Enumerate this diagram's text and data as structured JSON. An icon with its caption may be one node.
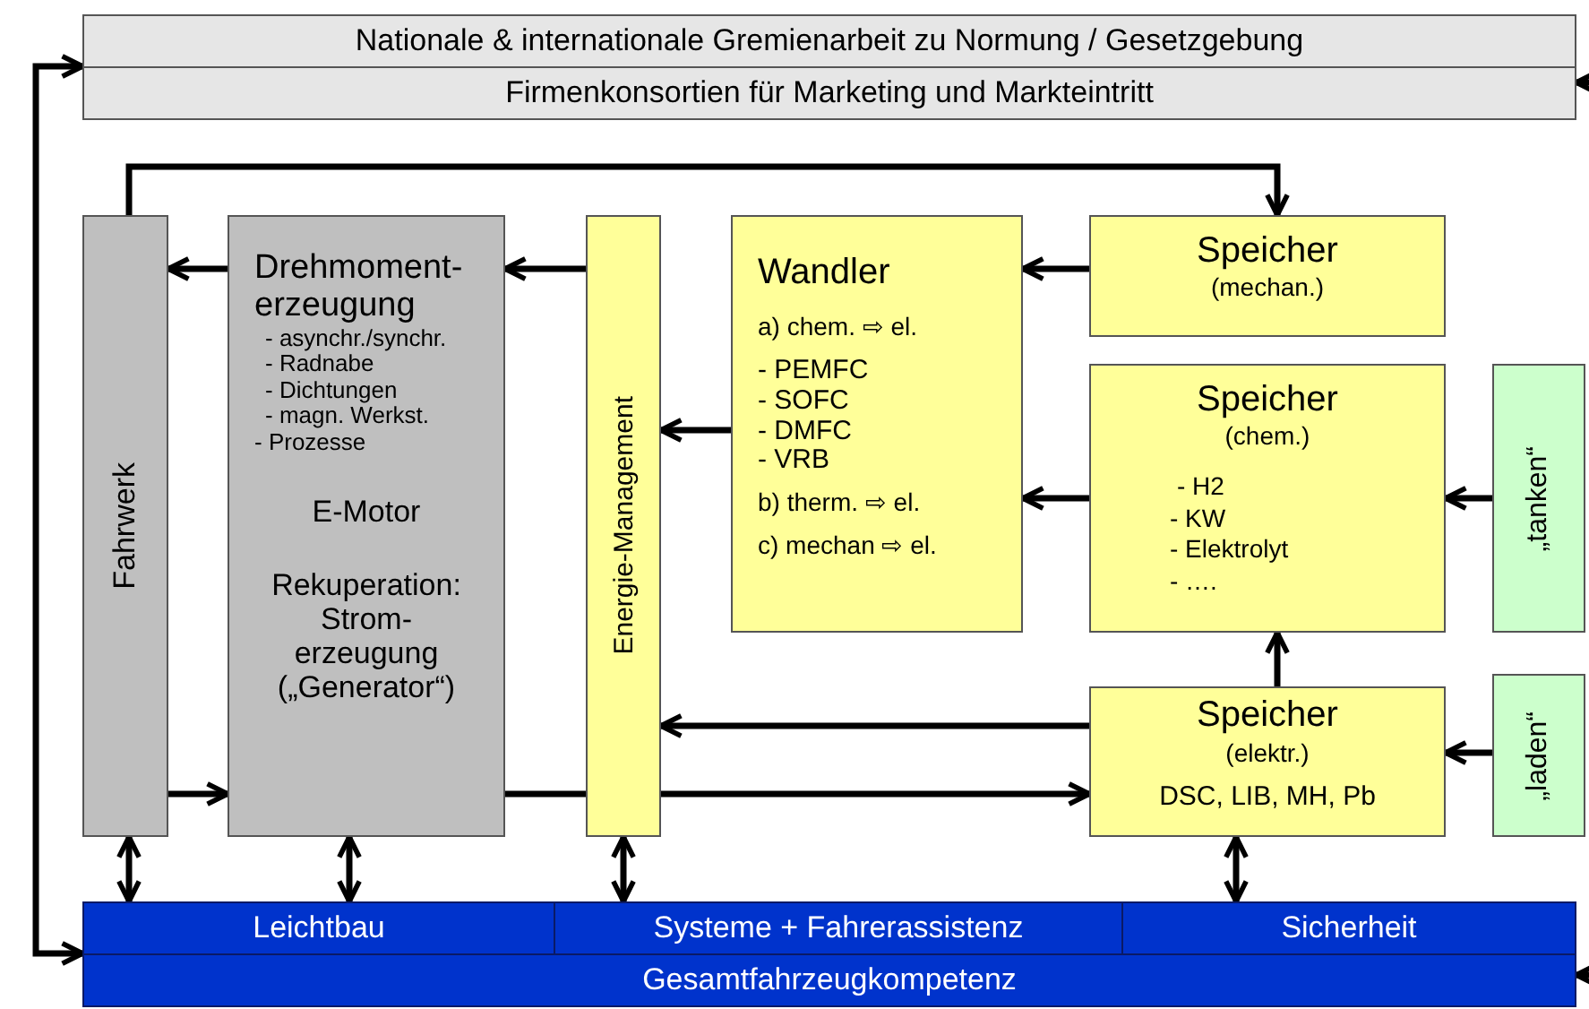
{
  "diagram": {
    "nodes": [
      {
        "text": [
          "Nationale & internationale Gremienarbeit zu Normung / Gesetzgebung"
        ]
      },
      {
        "text": [
          "Firmenkonsortien für Marketing und Markteintritt"
        ]
      },
      {
        "text": [
          "Fahrwerk"
        ]
      },
      {
        "text": [
          "Drehmoment-erzeugung",
          "- asynchr./synchr.",
          "- Radnabe",
          "- Dichtungen",
          "- magn. Werkst.",
          "- Prozesse",
          "E-Motor",
          "Rekuperation: Strom-erzeugung („Generator“)"
        ]
      },
      {
        "text": [
          "Energie-Management"
        ]
      },
      {
        "text": [
          "Wandler",
          "a) chem. ⇨ el.",
          "- PEMFC",
          "- SOFC",
          "- DMFC",
          "- VRB",
          "b) therm. ⇨ el.",
          "c) mechan ⇨ el."
        ]
      },
      {
        "text": [
          "Speicher",
          "(mechan.)"
        ]
      },
      {
        "text": [
          "Speicher",
          "(chem.)",
          "- H2",
          "- KW",
          "- Elektrolyt",
          "- …."
        ]
      },
      {
        "text": [
          "„tanken“"
        ]
      },
      {
        "text": [
          "Speicher",
          "(elektr.)",
          "DSC, LIB, MH, Pb"
        ]
      },
      {
        "text": [
          "„laden“"
        ]
      },
      {
        "text": [
          "Leichtbau"
        ]
      },
      {
        "text": [
          "Systeme + Fahrerassistenz"
        ]
      },
      {
        "text": [
          "Sicherheit"
        ]
      },
      {
        "text": [
          "Gesamtfahrzeugkompetenz"
        ]
      }
    ],
    "edges": [
      {
        "from": 2,
        "to": 6,
        "arrow": "to"
      },
      {
        "from": 3,
        "to": 2,
        "arrow": "to"
      },
      {
        "from": 4,
        "to": 3,
        "arrow": "to"
      },
      {
        "from": 6,
        "to": 5,
        "arrow": "to"
      },
      {
        "from": 5,
        "to": 4,
        "arrow": "to"
      },
      {
        "from": 7,
        "to": 5,
        "arrow": "to"
      },
      {
        "from": 8,
        "to": 7,
        "arrow": "to"
      },
      {
        "from": 2,
        "to": 3,
        "arrow": "to"
      },
      {
        "from": 9,
        "to": 4,
        "arrow": "to"
      },
      {
        "from": 3,
        "to": 4,
        "arrow": "none"
      },
      {
        "from": 9,
        "to": 7,
        "arrow": "to"
      },
      {
        "from": 10,
        "to": 9,
        "arrow": "to"
      },
      {
        "from": 2,
        "to": 11,
        "arrow": "both"
      },
      {
        "from": 3,
        "to": 11,
        "arrow": "both"
      },
      {
        "from": 4,
        "to": 12,
        "arrow": "both"
      },
      {
        "from": 9,
        "to": 13,
        "arrow": "both"
      },
      {
        "from": 1,
        "to": 14,
        "arrow": "both"
      },
      {
        "from": 4,
        "to": 9,
        "arrow": "to"
      },
      {
        "from": null,
        "to": 1,
        "arrow": "to"
      },
      {
        "from": null,
        "to": 14,
        "arrow": "to"
      }
    ]
  }
}
